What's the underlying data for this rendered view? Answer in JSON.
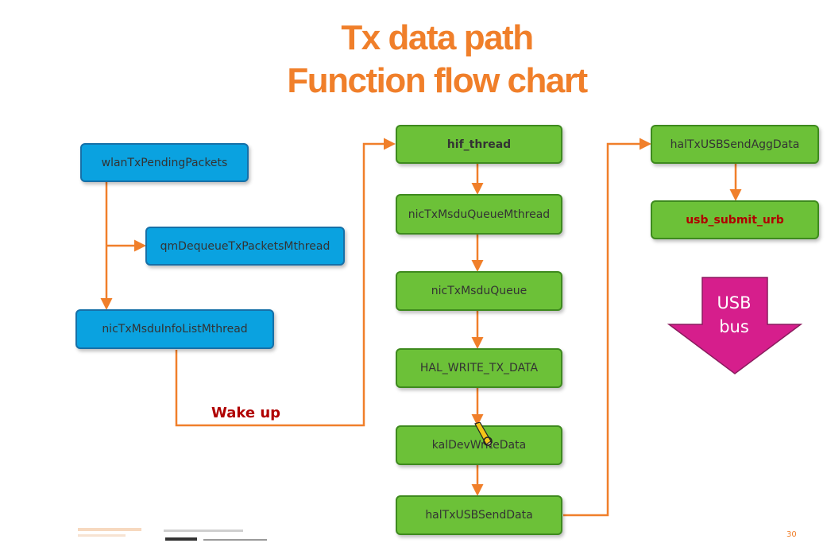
{
  "title": {
    "line1": "Tx data path",
    "line2": "Function flow chart"
  },
  "nodes": {
    "wlan_tx_pending": "wlanTxPendingPackets",
    "qm_dequeue": "qmDequeueTxPacketsMthread",
    "nic_info_list": "nicTxMsduInfoListMthread",
    "hif_thread": "hif_thread",
    "nic_queue_mthread": "nicTxMsduQueueMthread",
    "nic_queue": "nicTxMsduQueue",
    "hal_write": "HAL_WRITE_TX_DATA",
    "kal_dev_write": "kalDevWriteData",
    "hal_usb_send": "halTxUSBSendData",
    "hal_usb_agg": "halTxUSBSendAggData",
    "usb_submit": "usb_submit_urb"
  },
  "edge_label": "Wake up",
  "usb_arrow": {
    "line1": "USB",
    "line2": "bus"
  },
  "page_number": "30",
  "colors": {
    "title": "#f07f2a",
    "connector": "#f07f2a",
    "blue_node": "#0aa2e0",
    "green_node": "#6cc138",
    "usb_arrow": "#d61e8c",
    "highlight_text": "#b00000"
  }
}
